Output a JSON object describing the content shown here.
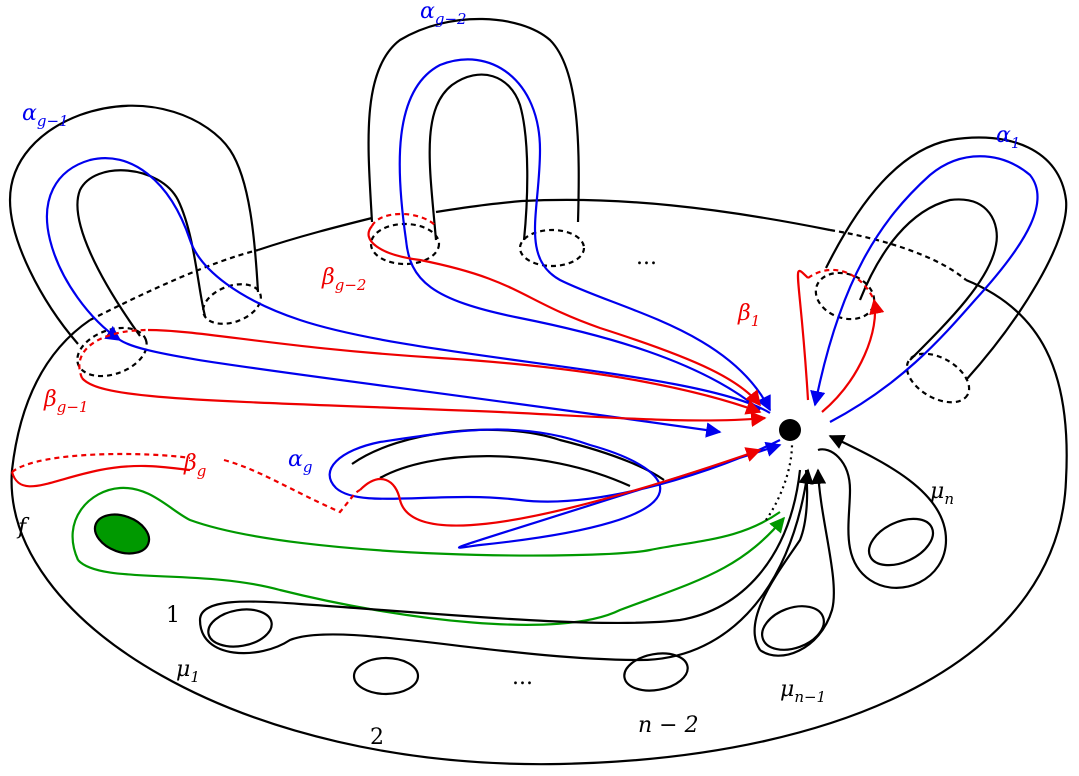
{
  "colors": {
    "alpha": "#0000ee",
    "beta": "#ee0000",
    "gamma": "#009900",
    "surface": "#000000",
    "puncture_fill": "#009900"
  },
  "labels": {
    "alpha_g_minus_2": {
      "base": "α",
      "sub": "g−2"
    },
    "alpha_g_minus_1": {
      "base": "α",
      "sub": "g−1"
    },
    "alpha_1": {
      "base": "α",
      "sub": "1"
    },
    "alpha_g": {
      "base": "α",
      "sub": "g"
    },
    "beta_g_minus_2": {
      "base": "β",
      "sub": "g−2"
    },
    "beta_1": {
      "base": "β",
      "sub": "1"
    },
    "beta_g_minus_1": {
      "base": "β",
      "sub": "g−1"
    },
    "beta_g": {
      "base": "β",
      "sub": "g"
    },
    "mu_n": {
      "base": "μ",
      "sub": "n"
    },
    "mu_1": {
      "base": "μ",
      "sub": "1"
    },
    "mu_n_minus_1": {
      "base": "μ",
      "sub": "n−1"
    },
    "f": "f",
    "one": "1",
    "two": "2",
    "n_minus_2": "n − 2",
    "ellipsis_top": "...",
    "ellipsis_bottom": "..."
  }
}
